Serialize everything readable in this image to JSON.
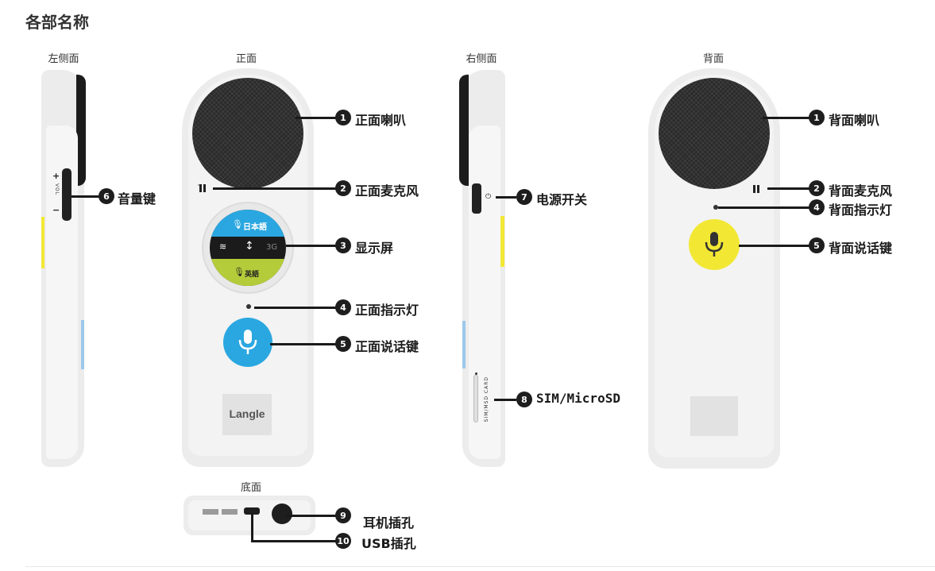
{
  "page_title": "各部名称",
  "views": {
    "left_side": "左侧面",
    "front": "正面",
    "right_side": "右侧面",
    "back": "背面",
    "bottom": "底面"
  },
  "screen": {
    "top_lang": "日本語",
    "bottom_lang": "英語",
    "signal": "3G"
  },
  "brand_logo": "Langle",
  "volume_key": {
    "plus": "+",
    "minus": "−",
    "vol": "VOL"
  },
  "sim_slot_label": "SIM/MSD CARD",
  "callouts": {
    "front_speaker": {
      "num": "1",
      "label": "正面喇叭"
    },
    "front_mic": {
      "num": "2",
      "label": "正面麦克风"
    },
    "display": {
      "num": "3",
      "label": "显示屏"
    },
    "front_indicator": {
      "num": "4",
      "label": "正面指示灯"
    },
    "front_talk_key": {
      "num": "5",
      "label": "正面说话键"
    },
    "volume_key": {
      "num": "6",
      "label": "音量键"
    },
    "power_switch": {
      "num": "7",
      "label": "电源开关"
    },
    "sim_slot": {
      "num": "8",
      "label": "SIM/MicroSD"
    },
    "headphone_jack": {
      "num": "9",
      "label": "耳机插孔"
    },
    "usb_port": {
      "num": "10",
      "label": "USB插孔"
    },
    "back_speaker": {
      "num": "1",
      "label": "背面喇叭"
    },
    "back_mic": {
      "num": "2",
      "label": "背面麦克风"
    },
    "back_indicator": {
      "num": "4",
      "label": "背面指示灯"
    },
    "back_talk_key": {
      "num": "5",
      "label": "背面说话键"
    }
  },
  "colors": {
    "talk_key_front": "#2aa7e0",
    "talk_key_back": "#f2e834",
    "screen_top": "#2aa7e0",
    "screen_bottom": "#b5cc3a",
    "side_accent_yellow": "#f2e834",
    "side_accent_blue": "#9cc8ec"
  }
}
